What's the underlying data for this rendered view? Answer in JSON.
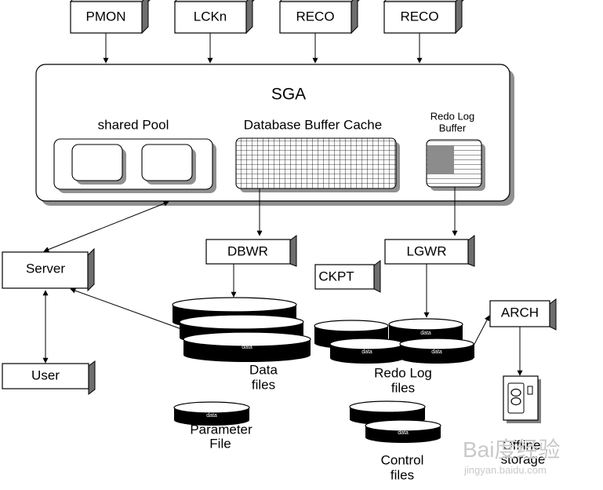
{
  "diagram": {
    "processes_top": [
      "PMON",
      "LCKn",
      "RECO",
      "RECO"
    ],
    "sga": {
      "title": "SGA",
      "shared_pool_label": "shared Pool",
      "buffer_cache_label": "Database Buffer Cache",
      "redo_buffer_label_line1": "Redo Log",
      "redo_buffer_label_line2": "Buffer"
    },
    "processes": {
      "server": "Server",
      "user": "User",
      "dbwr": "DBWR",
      "lgwr": "LGWR",
      "ckpt": "CKPT",
      "arch": "ARCH"
    },
    "disk_label": "data",
    "files": {
      "data_line1": "Data",
      "data_line2": "files",
      "redo_line1": "Redo Log",
      "redo_line2": "files",
      "param_line1": "Parameter",
      "param_line2": "File",
      "control_line1": "Control",
      "control_line2": "files",
      "offline_line1": "Offline",
      "offline_line2": "storage"
    },
    "watermark": {
      "main": "Bai度经验",
      "url": "jingyan.baidu.com"
    }
  },
  "colors": {
    "line": "#000000",
    "box_fill": "#ffffff",
    "shadow": "#8a8a8a",
    "disk_fill": "#000000",
    "redo_highlight": "#8c8c8c"
  }
}
